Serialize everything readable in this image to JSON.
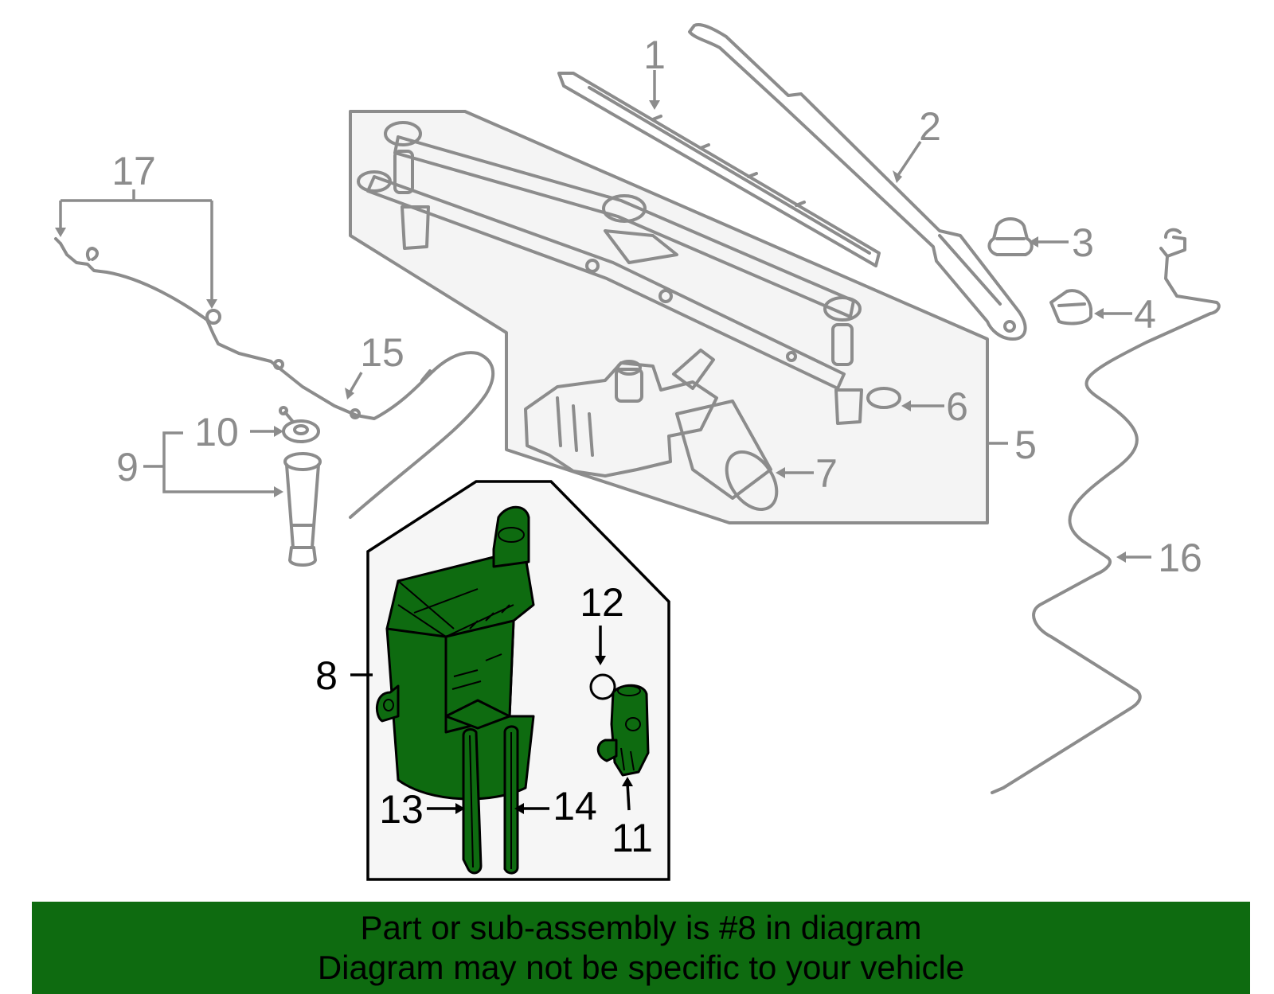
{
  "colors": {
    "highlight_green": "#0e6b10",
    "banner_green": "#0e6b10",
    "line_grey": "#8c8c8c",
    "panel_fill": "#f4f4f4"
  },
  "callouts": {
    "c1": "1",
    "c2": "2",
    "c3": "3",
    "c4": "4",
    "c5": "5",
    "c6": "6",
    "c7": "7",
    "c8": "8",
    "c9": "9",
    "c10": "10",
    "c11": "11",
    "c12": "12",
    "c13": "13",
    "c14": "14",
    "c15": "15",
    "c16": "16",
    "c17": "17"
  },
  "highlighted_callouts": [
    "8",
    "11",
    "12",
    "13",
    "14"
  ],
  "banner": {
    "line1": "Part or sub-assembly is #8 in diagram",
    "line2": "Diagram may not be specific to your vehicle"
  }
}
